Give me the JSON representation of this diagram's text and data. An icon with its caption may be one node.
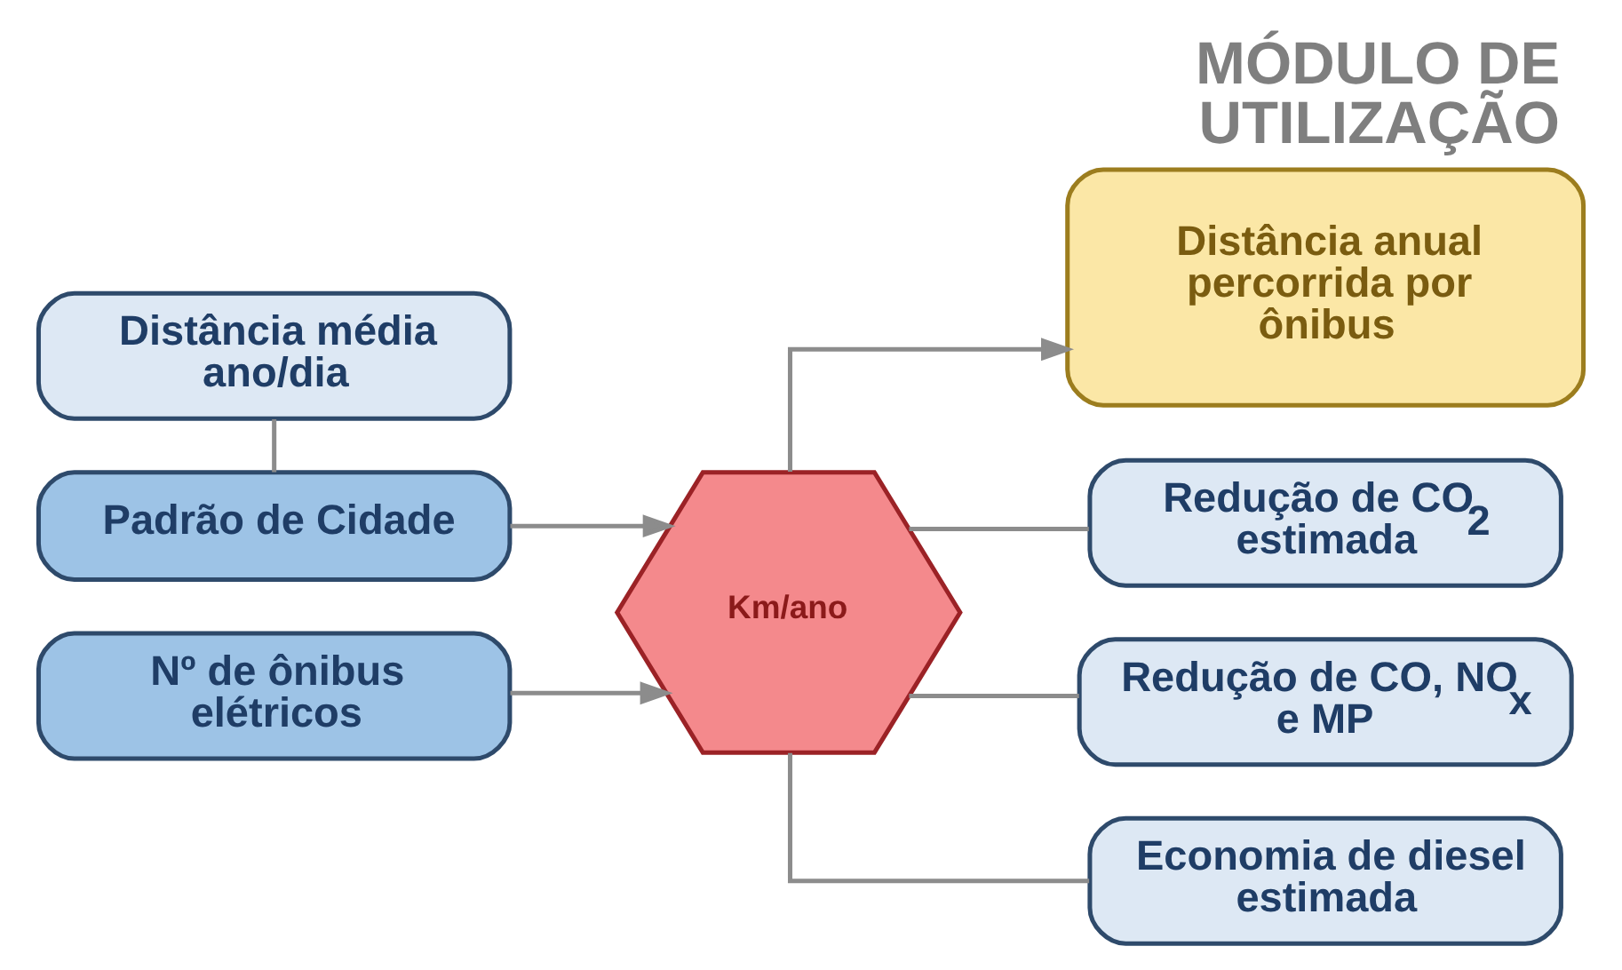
{
  "diagram": {
    "title": "MÓDULO DE UTILIZAÇÃO",
    "nodes": [
      {
        "text": [
          "Distância média ano/dia"
        ]
      },
      {
        "text": [
          "Padrão de Cidade"
        ]
      },
      {
        "text": [
          "Nº de ônibus elétricos"
        ]
      },
      {
        "text": [
          "Km/ano"
        ]
      },
      {
        "text": [
          "Distância anual percorrida por ônibus"
        ]
      },
      {
        "text": [
          "Redução de CO$_{2}$ estimada"
        ]
      },
      {
        "text": [
          "Redução de CO, NO$_{x}$ e MP"
        ]
      },
      {
        "text": [
          "Economia de diesel estimada"
        ]
      }
    ],
    "edges": [
      {
        "from": 0,
        "to": 1,
        "arrow": "none"
      },
      {
        "from": 1,
        "to": 3,
        "arrow": "to"
      },
      {
        "from": 2,
        "to": 3,
        "arrow": "to"
      },
      {
        "from": 3,
        "to": 4,
        "arrow": "to"
      },
      {
        "from": 3,
        "to": 5,
        "arrow": "none"
      },
      {
        "from": 3,
        "to": 6,
        "arrow": "none"
      },
      {
        "from": 3,
        "to": 7,
        "arrow": "none"
      }
    ]
  }
}
